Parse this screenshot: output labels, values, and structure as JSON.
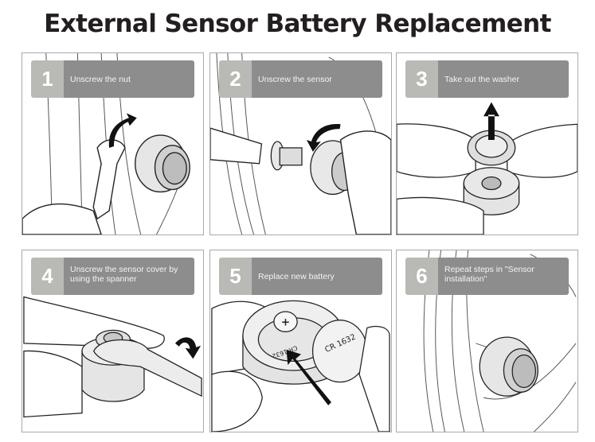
{
  "title": "External Sensor Battery Replacement",
  "steps": [
    {
      "number": "1",
      "label": "Unscrew the nut",
      "illustration": "wrench-turning-nut-on-valve"
    },
    {
      "number": "2",
      "label": "Unscrew the sensor",
      "illustration": "hand-unscrewing-sensor-from-valve"
    },
    {
      "number": "3",
      "label": "Take out  the washer",
      "illustration": "hands-removing-washer-from-sensor"
    },
    {
      "number": "4",
      "label": "Unscrew the sensor cover by using the  spanner",
      "illustration": "spanner-on-sensor-cover"
    },
    {
      "number": "5",
      "label": "Replace new battery",
      "illustration": "inserting-cr1632-battery"
    },
    {
      "number": "6",
      "label": "Repeat steps in \"Sensor installation\"",
      "illustration": "sensor-installed-on-wheel"
    }
  ],
  "battery": {
    "model_on_coin": "CR 1632",
    "model_in_socket": "CR 1632"
  },
  "colors": {
    "number_box": "#b9b9b5",
    "label_box": "#8d8d8d",
    "panel_border": "#a9a9a9",
    "title": "#231f20"
  }
}
